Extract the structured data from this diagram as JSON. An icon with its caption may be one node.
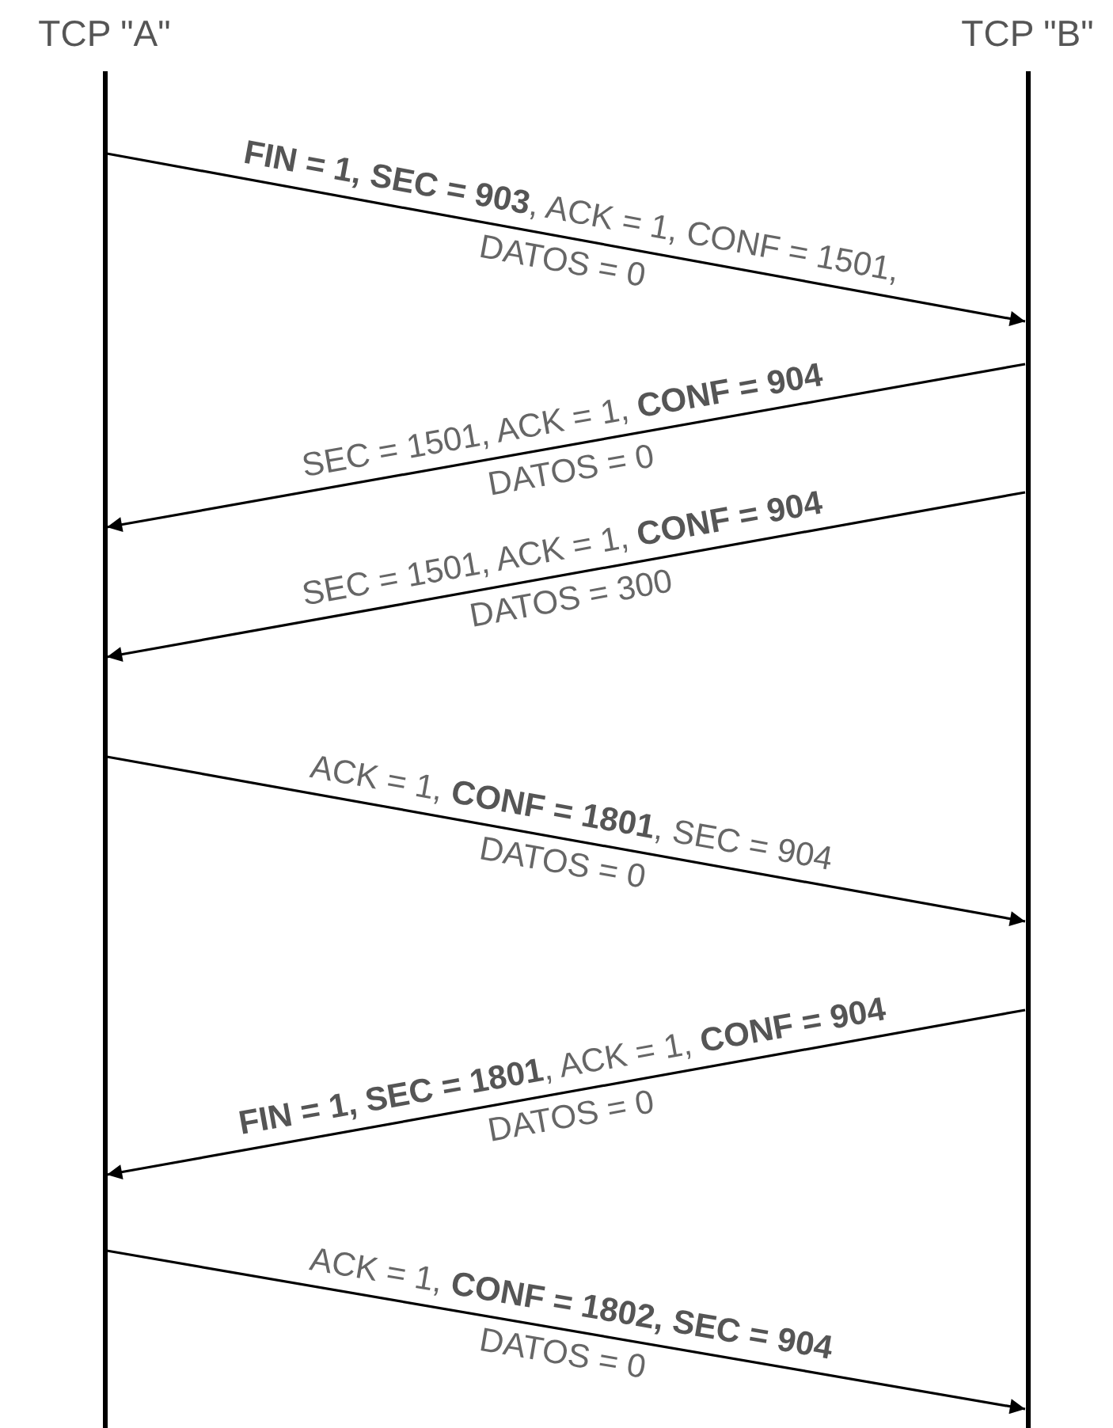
{
  "diagram": {
    "nodes": [
      {
        "text": [],
        "shape": "bar",
        "beside": [
          "TCP \"A\""
        ]
      },
      {
        "text": [],
        "shape": "bar",
        "beside": [
          "TCP \"B\""
        ]
      }
    ],
    "edges": [
      {
        "from": 0,
        "to": 1,
        "arrow": "to",
        "label": "**FIN = 1, SEC = 903**, ACK = 1, CONF = 1501, DATOS = 0"
      },
      {
        "from": 1,
        "to": 0,
        "arrow": "to",
        "label": "SEC = 1501, ACK = 1, **CONF = 904** DATOS = 0"
      },
      {
        "from": 1,
        "to": 0,
        "arrow": "to",
        "label": "SEC = 1501, ACK = 1, **CONF = 904** DATOS = 300"
      },
      {
        "from": 0,
        "to": 1,
        "arrow": "to",
        "label": "ACK = 1, **CONF = 1801**, SEC = 904 DATOS = 0"
      },
      {
        "from": 1,
        "to": 0,
        "arrow": "to",
        "label": "**FIN = 1, SEC = 1801**, ACK = 1, **CONF = 904** DATOS = 0"
      },
      {
        "from": 0,
        "to": 1,
        "arrow": "to",
        "label": "ACK = 1, **CONF = 1802, SEC = 904** DATOS = 0"
      }
    ]
  }
}
